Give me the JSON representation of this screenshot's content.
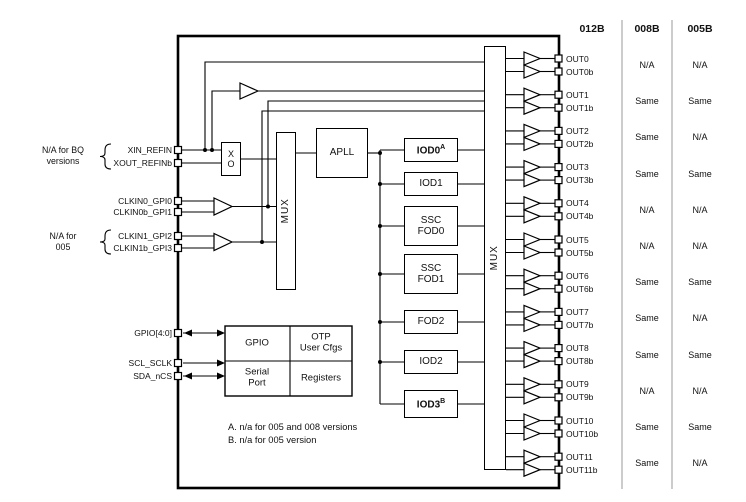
{
  "colors": {
    "line": "#000000",
    "divider": "#9a9a9a",
    "background": "#ffffff"
  },
  "columns": {
    "headers": [
      "012B",
      "008B",
      "005B"
    ]
  },
  "outputs": {
    "rows": [
      {
        "out": "OUT0",
        "outb": "OUT0b",
        "v008": "N/A",
        "v005": "N/A"
      },
      {
        "out": "OUT1",
        "outb": "OUT1b",
        "v008": "Same",
        "v005": "Same"
      },
      {
        "out": "OUT2",
        "outb": "OUT2b",
        "v008": "Same",
        "v005": "N/A"
      },
      {
        "out": "OUT3",
        "outb": "OUT3b",
        "v008": "Same",
        "v005": "Same"
      },
      {
        "out": "OUT4",
        "outb": "OUT4b",
        "v008": "N/A",
        "v005": "N/A"
      },
      {
        "out": "OUT5",
        "outb": "OUT5b",
        "v008": "N/A",
        "v005": "N/A"
      },
      {
        "out": "OUT6",
        "outb": "OUT6b",
        "v008": "Same",
        "v005": "Same"
      },
      {
        "out": "OUT7",
        "outb": "OUT7b",
        "v008": "Same",
        "v005": "N/A"
      },
      {
        "out": "OUT8",
        "outb": "OUT8b",
        "v008": "Same",
        "v005": "Same"
      },
      {
        "out": "OUT9",
        "outb": "OUT9b",
        "v008": "N/A",
        "v005": "N/A"
      },
      {
        "out": "OUT10",
        "outb": "OUT10b",
        "v008": "Same",
        "v005": "Same"
      },
      {
        "out": "OUT11",
        "outb": "OUT11b",
        "v008": "Same",
        "v005": "N/A"
      }
    ]
  },
  "left": {
    "na_bq": [
      "N/A for BQ",
      "versions"
    ],
    "xin": "XIN_REFIN",
    "xout": "XOUT_REFINb",
    "clkin0": "CLKIN0_GPI0",
    "clkin0b": "CLKIN0b_GPI1",
    "na_005": [
      "N/A for",
      "005"
    ],
    "clkin1": "CLKIN1_GPI2",
    "clkin1b": "CLKIN1b_GPI3",
    "gpio": "GPIO[4:0]",
    "scl": "SCL_SCLK",
    "sda": "SDA_nCS"
  },
  "blocks": {
    "xo": [
      "X",
      "O"
    ],
    "mux_left": "MUX",
    "apll": "APLL",
    "iod0": "IOD0",
    "iod0_sup": "A",
    "iod1": "IOD1",
    "ssc_fod0": [
      "SSC",
      "FOD0"
    ],
    "ssc_fod1": [
      "SSC",
      "FOD1"
    ],
    "fod2": "FOD2",
    "iod2": "IOD2",
    "iod3": "IOD3",
    "iod3_sup": "B",
    "mux_right": "MUX",
    "gpio": "GPIO",
    "otp": [
      "OTP",
      "User Cfgs"
    ],
    "serial": [
      "Serial",
      "Port"
    ],
    "registers": "Registers"
  },
  "notes": [
    "A. n/a for 005 and 008 versions",
    "B. n/a for 005 version"
  ]
}
